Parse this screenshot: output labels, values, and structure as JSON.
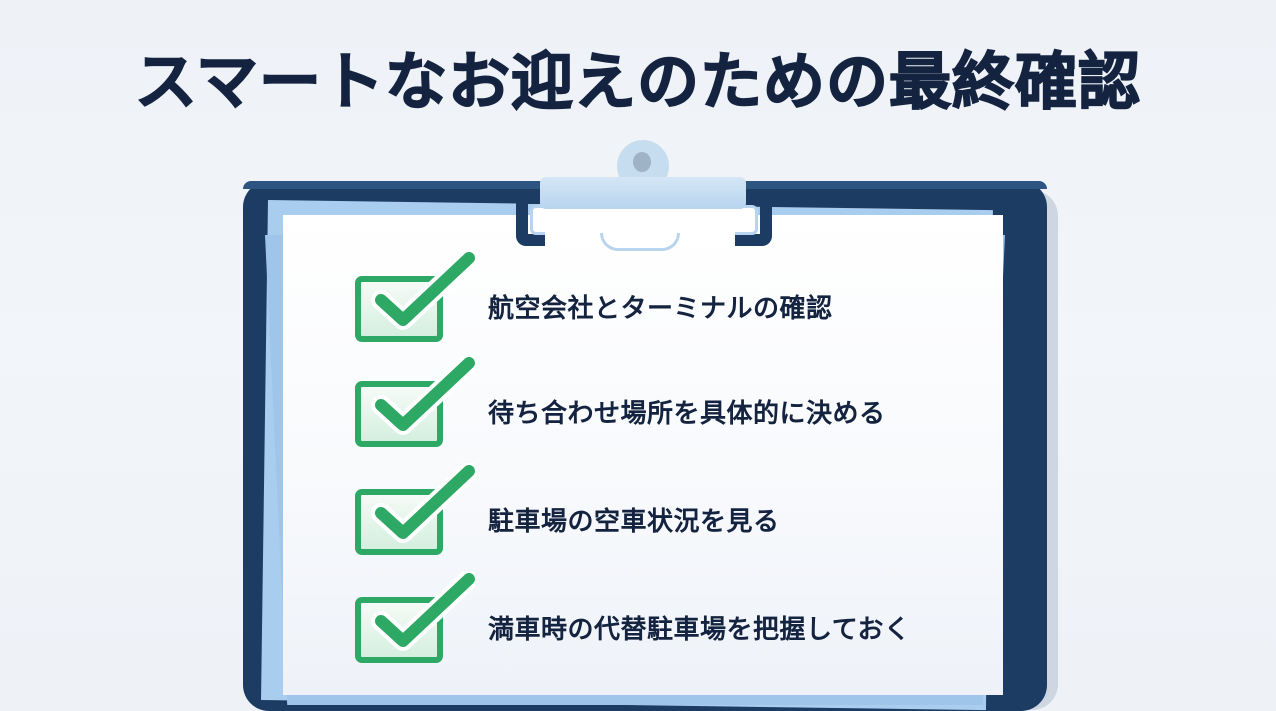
{
  "title": "スマートなお迎えのための最終確認",
  "checklist": {
    "items": [
      {
        "label": "航空会社とターミナルの確認",
        "checked": true
      },
      {
        "label": "待ち合わせ場所を具体的に決める",
        "checked": true
      },
      {
        "label": "駐車場の空車状況を見る",
        "checked": true
      },
      {
        "label": "満車時の代替駐車場を把握しておく",
        "checked": true
      }
    ]
  },
  "colors": {
    "title": "#14233f",
    "clipboard": "#1d3c64",
    "paper_accent": "#a9cdee",
    "check_green": "#2ea865",
    "background": "#eef2f7"
  },
  "icons": {
    "checkbox": "checked-checkbox-icon",
    "clip": "clipboard-clip-icon"
  }
}
